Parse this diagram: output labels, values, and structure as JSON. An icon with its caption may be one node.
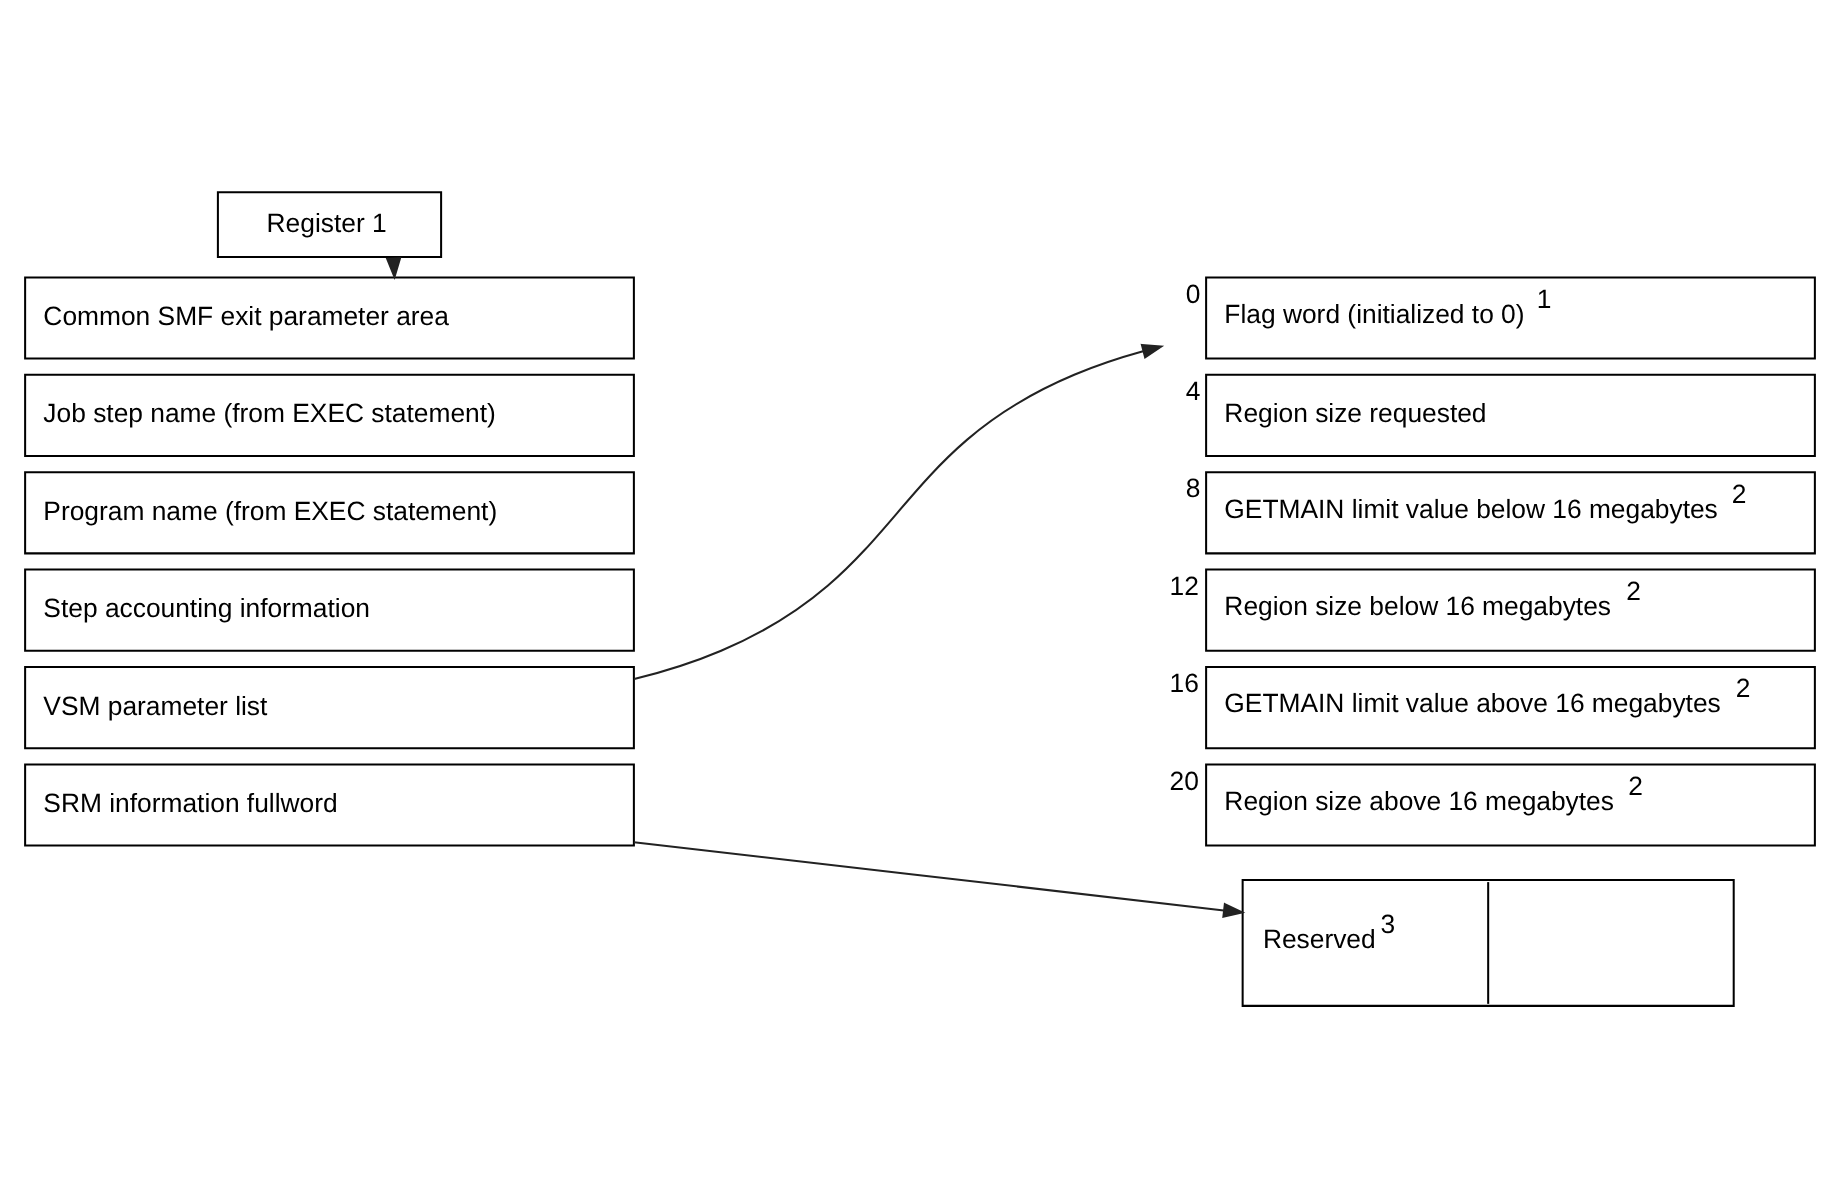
{
  "diagram": {
    "nodes": [
      {
        "text": [
          "Register 1"
        ]
      },
      {
        "text": [
          "Common SMF exit parameter area"
        ]
      },
      {
        "text": [
          "Job step name (from EXEC statement)"
        ]
      },
      {
        "text": [
          "Program name (from EXEC statement)"
        ]
      },
      {
        "text": [
          "Step accounting information"
        ]
      },
      {
        "text": [
          "VSM parameter list"
        ]
      },
      {
        "text": [
          "SRM information fullword"
        ]
      },
      {
        "text": [
          "Flag word (initialized to 0)$^{1}$"
        ],
        "beside": [
          "0"
        ]
      },
      {
        "text": [
          "Region size requested"
        ],
        "beside": [
          "4"
        ]
      },
      {
        "text": [
          "GETMAIN limit value below 16 megabytes$^{2}$"
        ],
        "beside": [
          "8"
        ]
      },
      {
        "text": [
          "Region size below 16 megabytes$^{2}$"
        ],
        "beside": [
          "12"
        ]
      },
      {
        "text": [
          "GETMAIN limit value above 16 megabytes$^{2}$"
        ],
        "beside": [
          "16"
        ]
      },
      {
        "text": [
          "Region size above 16 megabytes$^{2}$"
        ],
        "beside": [
          "20"
        ]
      },
      {
        "text": [
          "Reserved$^{3}$"
        ]
      }
    ],
    "edges": [
      {
        "from": 0,
        "to": 1,
        "arrow": "to"
      },
      {
        "from": 5,
        "to": 7,
        "arrow": "to"
      },
      {
        "from": 6,
        "to": 13,
        "arrow": "to"
      }
    ]
  }
}
